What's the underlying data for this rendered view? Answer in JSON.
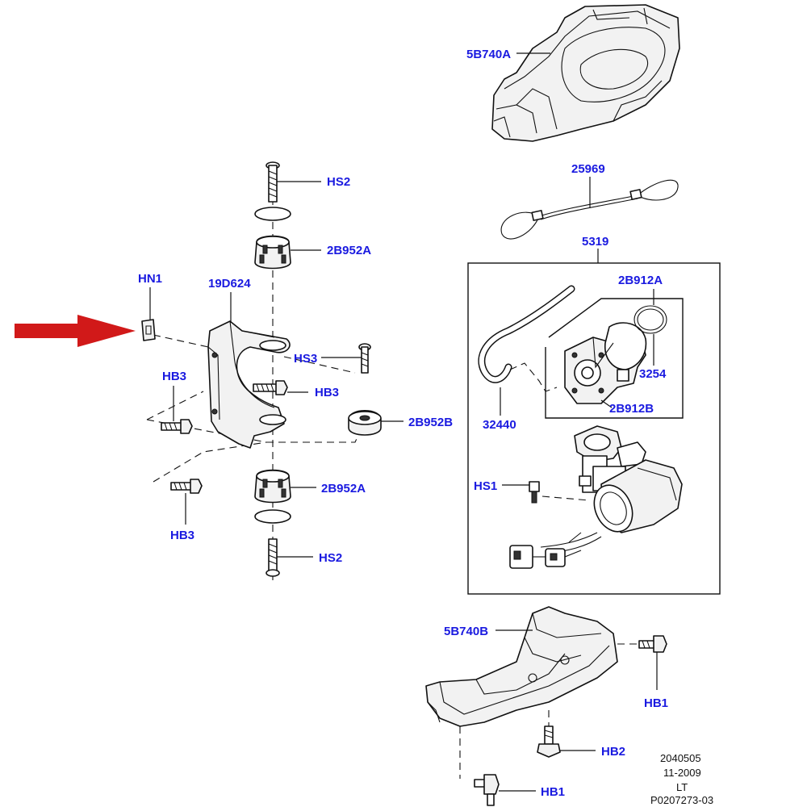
{
  "accent_color": "#1a1ae0",
  "arrow_color": "#d11919",
  "callouts": {
    "lbl_5B740A": "5B740A",
    "lbl_25969": "25969",
    "lbl_5319": "5319",
    "lbl_2B912A": "2B912A",
    "lbl_3254": "3254",
    "lbl_2B912B": "2B912B",
    "lbl_32440": "32440",
    "lbl_HS1": "HS1",
    "lbl_HS2_top": "HS2",
    "lbl_2B952A_top": "2B952A",
    "lbl_HN1": "HN1",
    "lbl_19D624": "19D624",
    "lbl_HS3": "HS3",
    "lbl_HB3_left": "HB3",
    "lbl_HB3_mid": "HB3",
    "lbl_2B952B": "2B952B",
    "lbl_HB3_bottom": "HB3",
    "lbl_2B952A_bottom": "2B952A",
    "lbl_HS2_bottom": "HS2",
    "lbl_5B740B": "5B740B",
    "lbl_HB1_right": "HB1",
    "lbl_HB2": "HB2",
    "lbl_HB1_bottom": "HB1"
  },
  "meta": {
    "line1": "2040505",
    "line2": "11-2009",
    "line3": "LT",
    "line4": "P0207273-03"
  }
}
